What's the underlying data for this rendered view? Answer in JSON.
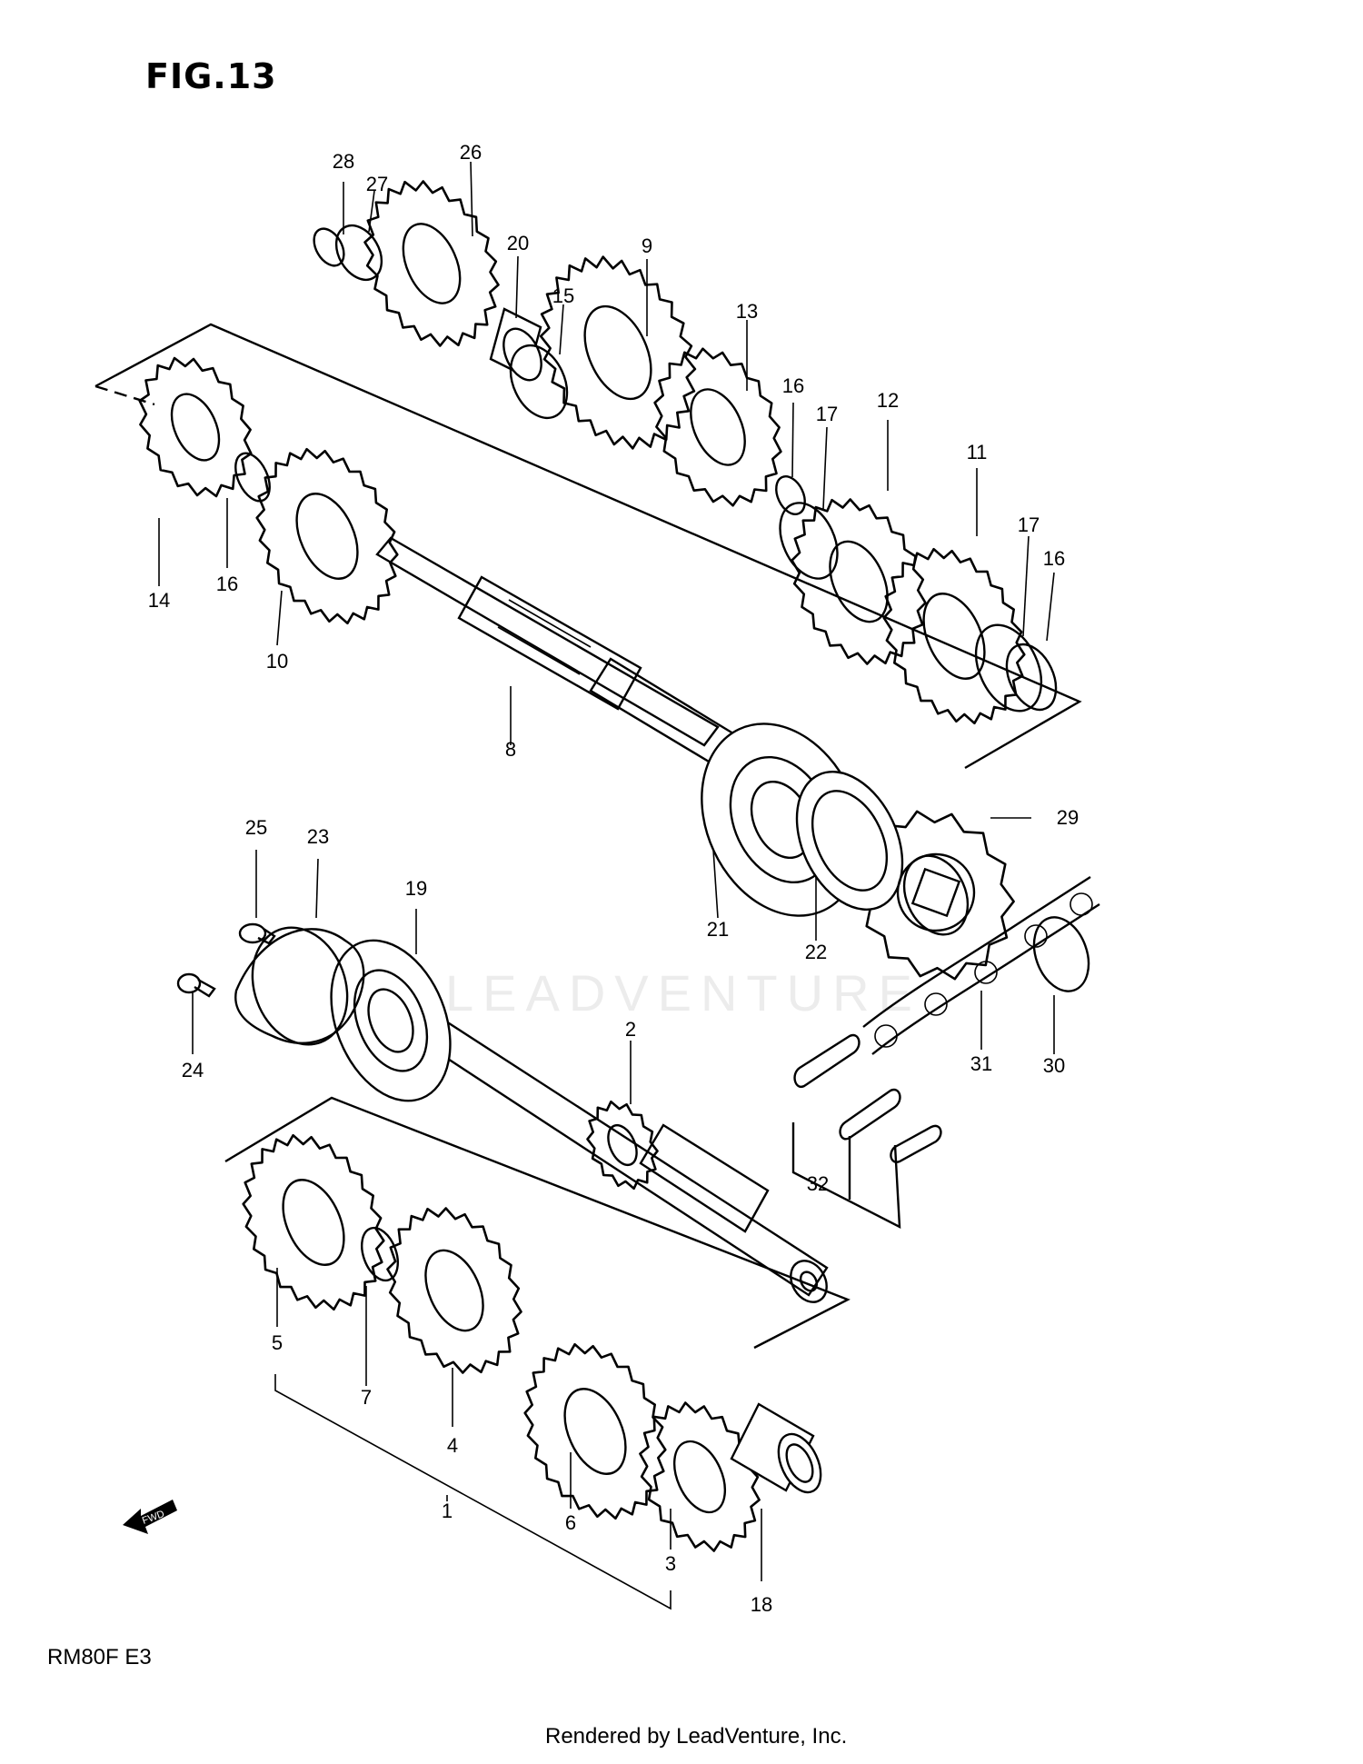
{
  "figure": {
    "title": "FIG.13",
    "model_code": "RM80F  E3",
    "footer": "Rendered by LeadVenture, Inc.",
    "watermark": "LEADVENTURE",
    "fwd_mark": "FWD"
  },
  "callouts": [
    "1",
    "2",
    "3",
    "4",
    "5",
    "6",
    "7",
    "8",
    "9",
    "10",
    "11",
    "12",
    "13",
    "14",
    "15",
    "16",
    "17",
    "18",
    "19",
    "20",
    "21",
    "22",
    "23",
    "24",
    "25",
    "26",
    "27",
    "28",
    "29",
    "30",
    "31",
    "32"
  ]
}
